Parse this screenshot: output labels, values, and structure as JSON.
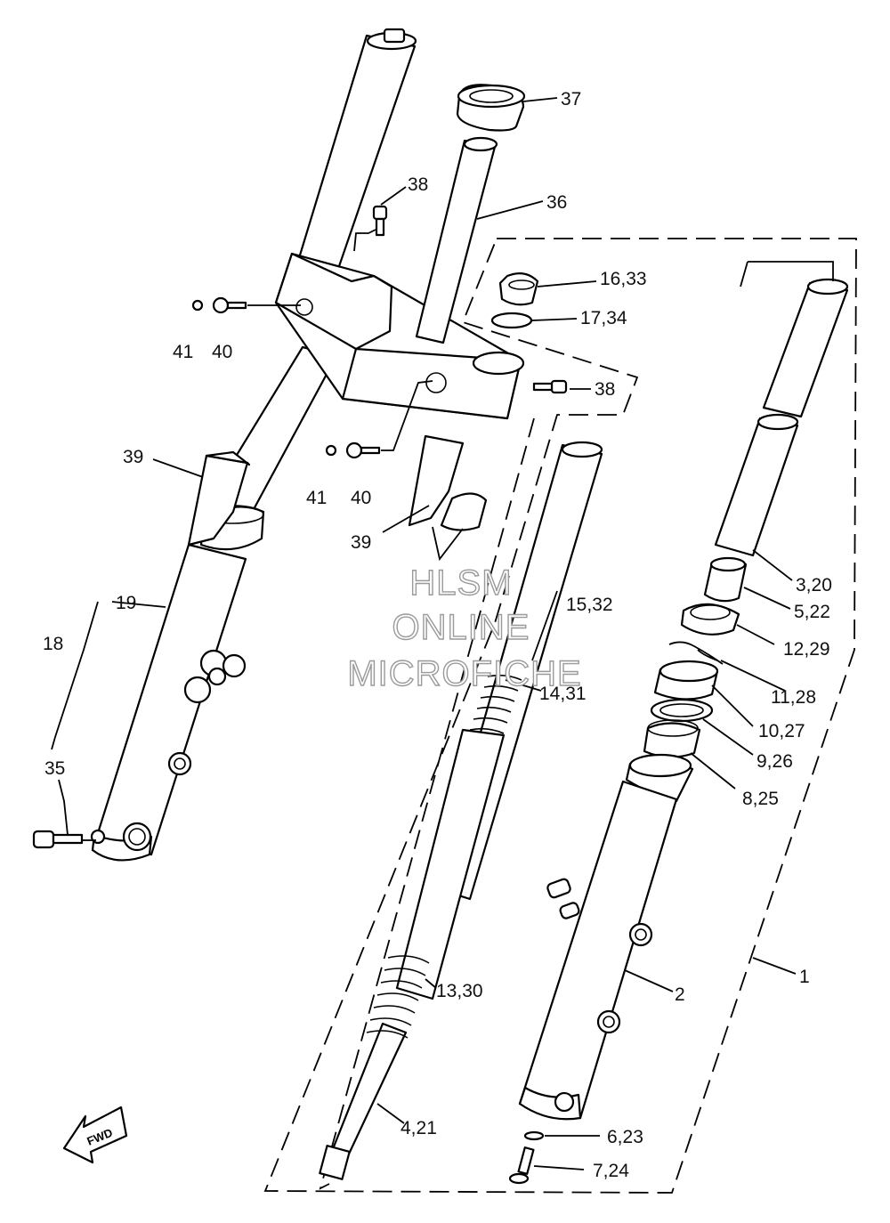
{
  "watermark": {
    "line1": "HLSM",
    "line2": "ONLINE",
    "line3": "MICROFICHE"
  },
  "direction_badge": "FWD",
  "callouts": {
    "c1": "1",
    "c2": "2",
    "c3_20": "3,20",
    "c4_21": "4,21",
    "c5_22": "5,22",
    "c6_23": "6,23",
    "c7_24": "7,24",
    "c8_25": "8,25",
    "c9_26": "9,26",
    "c10_27": "10,27",
    "c11_28": "11,28",
    "c12_29": "12,29",
    "c13_30": "13,30",
    "c14_31": "14,31",
    "c15_32": "15,32",
    "c16_33": "16,33",
    "c17_34": "17,34",
    "c18": "18",
    "c19": "19",
    "c35": "35",
    "c36": "36",
    "c37": "37",
    "c38a": "38",
    "c38b": "38",
    "c39a": "39",
    "c39b": "39",
    "c40a": "40",
    "c40b": "40",
    "c41a": "41",
    "c41b": "41"
  }
}
